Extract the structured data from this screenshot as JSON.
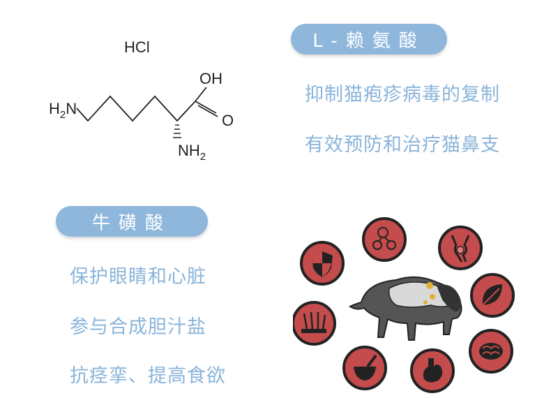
{
  "molecule": {
    "hcl": "HCl",
    "oh": "OH",
    "o": "O",
    "h2n_left": "H",
    "h2n_sub": "2",
    "h2n_n": "N",
    "nh2_n": "NH",
    "nh2_sub": "2"
  },
  "lysine": {
    "title": "L-赖氨酸",
    "lines": [
      "抑制猫疱疹病毒的复制",
      "有效预防和治疗猫鼻支"
    ]
  },
  "taurine": {
    "title": "牛磺酸",
    "lines": [
      "保护眼睛和心脏",
      "参与合成胆汁盐",
      "抗痉挛、提高食欲"
    ]
  },
  "icons": [
    "shield-icon",
    "pill-molecule-icon",
    "flower-icon",
    "joint-icon",
    "leaf-icon",
    "brain-icon",
    "stomach-icon",
    "mortar-icon",
    "hair-follicle-icon",
    "bison-icon"
  ],
  "colors": {
    "accent": "#8fb7dc",
    "text": "#8ab4d9",
    "badge": "#c44c4c"
  }
}
